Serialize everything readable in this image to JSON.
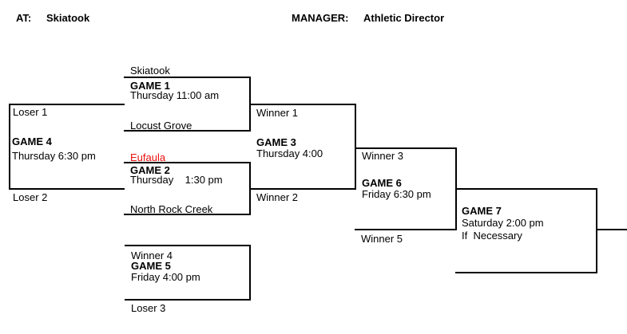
{
  "header": {
    "at_label": "AT:",
    "at_value": "Skiatook",
    "manager_label": "MANAGER:",
    "manager_value": "Athletic Director"
  },
  "games": {
    "game1": {
      "title": "GAME 1",
      "schedule": "Thursday 11:00 am",
      "top": "Skiatook",
      "bottom": "Locust Grove"
    },
    "game2": {
      "title": "GAME 2",
      "schedule": "Thursday    1:30 pm",
      "top": "Eufaula",
      "bottom": "North Rock Creek"
    },
    "game3": {
      "title": "GAME 3",
      "schedule": "Thursday 4:00",
      "top": "Winner 1",
      "bottom": "Winner 2"
    },
    "game4": {
      "title": "GAME 4",
      "schedule": "Thursday 6:30 pm",
      "top": "Loser 1",
      "bottom": "Loser 2"
    },
    "game5": {
      "title": "GAME 5",
      "schedule": "Friday 4:00 pm",
      "top": "Winner 4",
      "bottom": "Loser 3"
    },
    "game6": {
      "title": "GAME 6",
      "schedule": "Friday 6:30 pm",
      "top": "Winner 3",
      "bottom": "Winner 5"
    },
    "game7": {
      "title": "GAME 7",
      "schedule": "Saturday 2:00 pm",
      "note": "If  Necessary"
    }
  },
  "colors": {
    "text": "#000000",
    "line": "#000000",
    "highlight_team": "#e8110f"
  }
}
